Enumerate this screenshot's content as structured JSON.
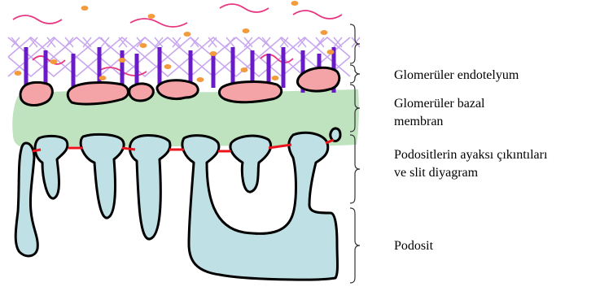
{
  "labels": {
    "endothelium": "Glomerüler endotelyum",
    "basement_line1": "Glomerüler bazal",
    "basement_line2": "membran",
    "foot_line1": "Podositlerin ayaksı çıkıntıları",
    "foot_line2": "ve slit diyagram",
    "podocyte": "Podosit"
  },
  "colors": {
    "glycocalyx_lines": "#c8a6ee",
    "protein_dots": "#f39a3c",
    "protein_waves": "#e8357f",
    "endothelium_fill": "#f4a3a6",
    "endothelial_posts": "#6a1bc9",
    "basement_membrane": "#bfe3bf",
    "podocyte_fill": "#bfe0e4",
    "slit_diaphragm": "#e8161c",
    "outline": "#000000"
  }
}
